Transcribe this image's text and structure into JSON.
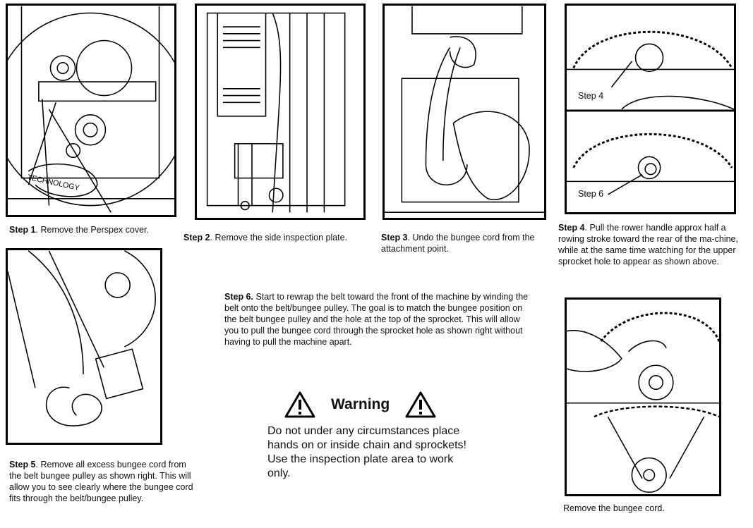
{
  "steps": [
    {
      "label": "Step 1",
      "text": ".  Remove the Perspex cover."
    },
    {
      "label": "Step 2",
      "text": ".  Remove the side inspection plate."
    },
    {
      "label": "Step 3",
      "text": ".  Undo the bungee cord from the attachment point."
    },
    {
      "label": "Step 4",
      "text": ".  Pull the rower handle approx half a rowing stroke toward the rear of the ma-chine, while at the same time watching for the upper sprocket hole to appear as shown above."
    },
    {
      "label": "Step 5",
      "text": ".  Remove all excess bungee cord from the belt bungee pulley as shown right.  This will allow you to see clearly where the bungee cord fits through the belt/bungee pulley."
    },
    {
      "label": "Step 6.",
      "text": "  Start to rewrap the belt toward the front of the machine by winding the belt onto the belt/bungee pulley.  The goal is to match the bungee position on the belt bungee pulley and the hole at the top of the sprocket.  This will allow you to pull the bungee cord through the sprocket hole as shown right without having to pull the machine apart."
    }
  ],
  "figure_labels": {
    "step4": "Step 4",
    "step6": "Step 6",
    "logo_text": "TECHNOLOGY"
  },
  "warning": {
    "title": "Warning",
    "text": "Do not under any circumstances place hands on or inside chain and sprockets!  Use the inspection plate area to work only."
  },
  "last_caption": "Remove the bungee cord."
}
